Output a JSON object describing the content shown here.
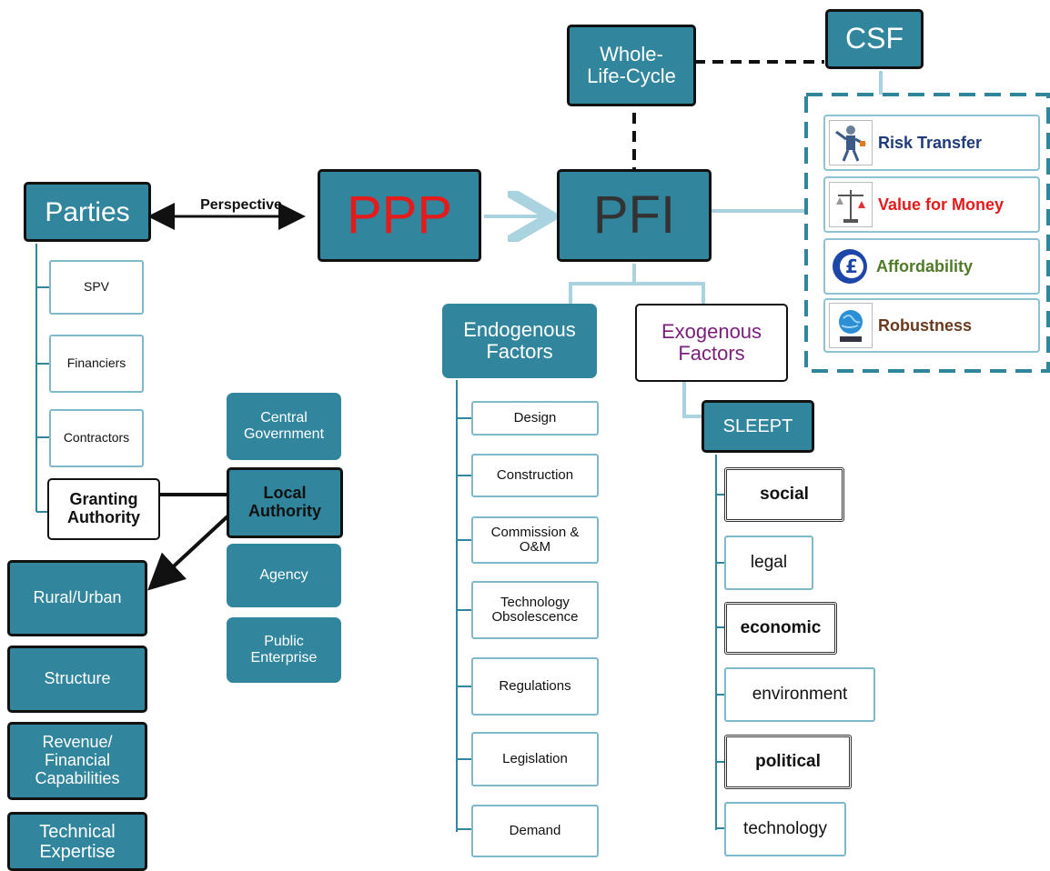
{
  "top": {
    "whole_life_cycle": "Whole-\nLife-Cycle",
    "csf": "CSF"
  },
  "center": {
    "ppp": "PPP",
    "pfi": "PFI",
    "perspective": "Perspective"
  },
  "parties": {
    "title": "Parties",
    "items": [
      "SPV",
      "Financiers",
      "Contractors"
    ],
    "granting_authority": "Granting Authority"
  },
  "authority_types": [
    "Central Government",
    "Local Authority",
    "Agency",
    "Public Enterprise"
  ],
  "local_authority_attributes": [
    "Rural/Urban",
    "Structure",
    "Revenue/ Financial Capabilities",
    "Technical Expertise"
  ],
  "endogenous": {
    "title": "Endogenous Factors",
    "items": [
      "Design",
      "Construction",
      "Commission & O&M",
      "Technology Obsolescence",
      "Regulations",
      "Legislation",
      "Demand"
    ]
  },
  "exogenous": {
    "title": "Exogenous Factors",
    "sleept": "SLEEPT",
    "items": [
      "social",
      "legal",
      "economic",
      "environment",
      "political",
      "technology"
    ]
  },
  "csf_items": [
    {
      "label": "Risk Transfer",
      "color": "#1f3b7a",
      "icon": "juggler-icon"
    },
    {
      "label": "Value for Money",
      "color": "#e31b1b",
      "icon": "balance-scale-icon"
    },
    {
      "label": "Affordability",
      "color": "#4f7a28",
      "icon": "pound-icon"
    },
    {
      "label": "Robustness",
      "color": "#6b3a1e",
      "icon": "globe-icon"
    }
  ],
  "colors": {
    "teal": "#31859c",
    "ppp_text": "#e31b1b",
    "pfi_text": "#333333",
    "exogenous_text": "#7a1e7a",
    "line_light": "#a9d3de"
  }
}
